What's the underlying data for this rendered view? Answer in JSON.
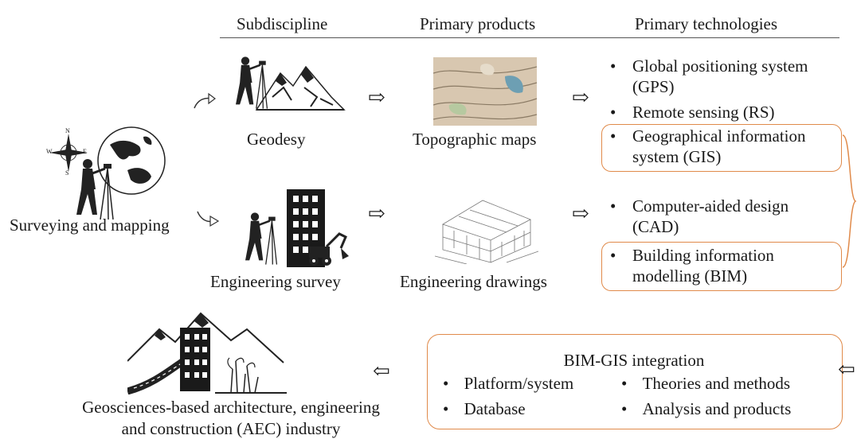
{
  "headers": {
    "subdiscipline": "Subdiscipline",
    "products": "Primary products",
    "technologies": "Primary technologies"
  },
  "root_label": "Surveying and mapping",
  "row1": {
    "subdiscipline": "Geodesy",
    "product": "Topographic maps"
  },
  "row2": {
    "subdiscipline": "Engineering survey",
    "product": "Engineering drawings"
  },
  "technologies": [
    {
      "line1": "Global positioning system",
      "line2": "(GPS)"
    },
    {
      "line1": "Remote sensing (RS)",
      "line2": ""
    },
    {
      "line1": "Geographical information",
      "line2": "system (GIS)"
    },
    {
      "line1": "Computer-aided design",
      "line2": "(CAD)"
    },
    {
      "line1": "Building information",
      "line2": "modelling (BIM)"
    }
  ],
  "bullet": "•",
  "integration": {
    "title": "BIM-GIS integration",
    "items": [
      "Platform/system",
      "Theories and methods",
      "Database",
      "Analysis and products"
    ]
  },
  "outcome": {
    "line1": "Geosciences-based architecture, engineering",
    "line2": "and construction (AEC) industry"
  },
  "compass_letters": {
    "n": "N",
    "e": "E",
    "s": "S",
    "w": "W"
  },
  "colors": {
    "accent_box": "#e08a4a",
    "ink": "#1a1a1a"
  },
  "icons": [
    "surveyor-icon",
    "mountain-icon",
    "globe-icon",
    "compass-rose-icon",
    "building-icon",
    "excavator-icon",
    "topographic-map-image",
    "house-drawing-image",
    "city-road-icon",
    "right-arrow-icon",
    "left-arrow-icon",
    "curved-arrow-icon",
    "brace-icon"
  ]
}
